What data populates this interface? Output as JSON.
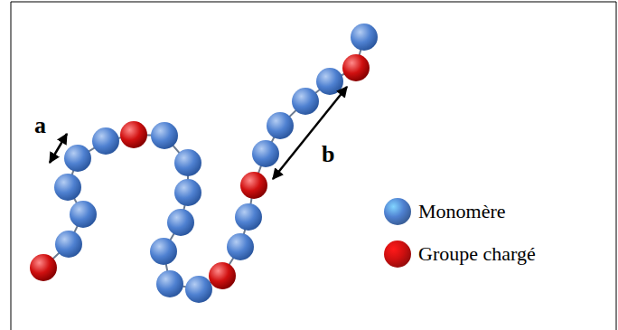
{
  "diagram": {
    "labels": [
      "a",
      "b"
    ],
    "legend": [
      {
        "text": "Monomère",
        "color": "#4f81d1"
      },
      {
        "text": "Groupe chargé",
        "color": "#d01010"
      }
    ]
  }
}
